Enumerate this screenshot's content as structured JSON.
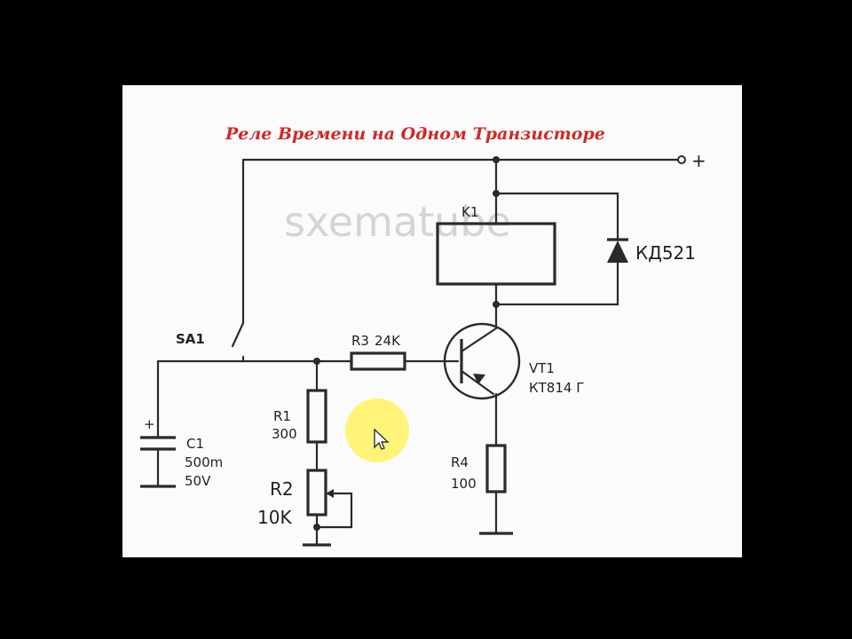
{
  "title": "Реле Времени на Одном Транзисторе",
  "watermark": "sxematube",
  "colors": {
    "title": "#cc2a2a",
    "wire": "#2a2a2a",
    "highlight": "#fff36a",
    "background": "#000000",
    "board": "#fbfbfb"
  },
  "terminals": {
    "plus": "+"
  },
  "components": {
    "relay": {
      "ref": "K1"
    },
    "diode": {
      "ref": "КД521"
    },
    "switch": {
      "ref": "SA1"
    },
    "r3": {
      "ref": "R3",
      "value": "24K"
    },
    "vt1": {
      "ref": "VT1",
      "value": "КТ814 Г"
    },
    "r1": {
      "ref": "R1",
      "value": "300"
    },
    "r2": {
      "ref": "R2",
      "value": "10K"
    },
    "r4": {
      "ref": "R4",
      "value": "100"
    },
    "c1": {
      "ref": "C1",
      "value": "500m",
      "voltage": "50V",
      "polarity": "+"
    }
  },
  "cursor": "arrow-pointer-icon"
}
